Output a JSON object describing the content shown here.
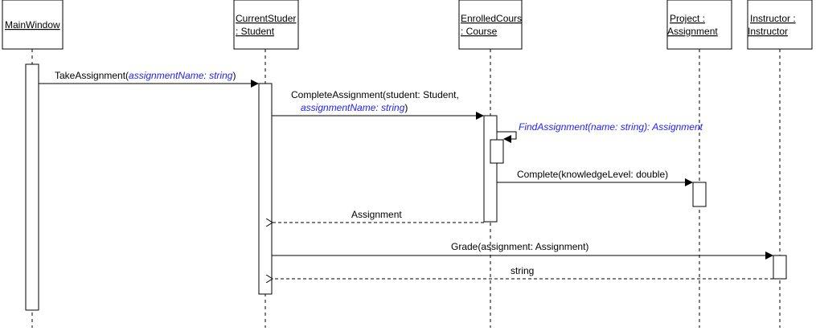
{
  "lifelines": [
    {
      "id": "main",
      "line1": "MainWindow",
      "line2": ""
    },
    {
      "id": "student",
      "line1": "CurrentStuder",
      "line2": ": Student"
    },
    {
      "id": "course",
      "line1": "EnrolledCours",
      "line2": ": Course"
    },
    {
      "id": "project",
      "line1": "Project :",
      "line2": "Assignment"
    },
    {
      "id": "instructor",
      "line1": "Instructor :",
      "line2": "Instructor"
    }
  ],
  "messages": {
    "take": {
      "name": "TakeAssignment(",
      "param": "assignmentName: string",
      "close": ")"
    },
    "complete_assign": {
      "line1": "CompleteAssignment(student: Student,",
      "param": "assignmentName: string",
      "close": ")"
    },
    "find": {
      "text": "FindAssignment(name: string): Assignment"
    },
    "complete": {
      "text": "Complete(knowledgeLevel: double)"
    },
    "return_assignment": {
      "text": "Assignment"
    },
    "grade": {
      "text": "Grade(assignment: Assignment)"
    },
    "return_string": {
      "text": "string"
    }
  },
  "colors": {
    "param": "#2020ff",
    "line": "#000000",
    "background": "#ffffff"
  }
}
